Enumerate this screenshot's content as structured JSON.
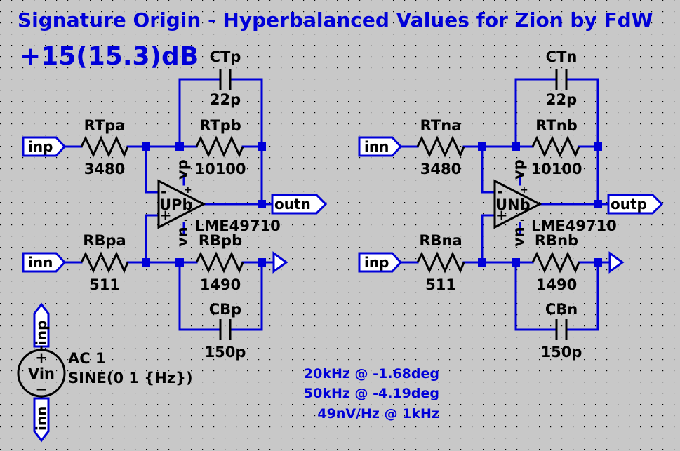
{
  "title": "Signature Origin - Hyperbalanced Values for Zion by FdW",
  "gain": "+15(15.3)dB",
  "colors": {
    "background": "#c8c8c8",
    "wire": "#0000d8",
    "component": "#000000",
    "annotation": "#0000d8"
  },
  "left_stage": {
    "input_plus": "inp",
    "input_minus": "inn",
    "output": "outn",
    "opamp": {
      "ref": "UPb",
      "model": "LME49710",
      "vp": "vp",
      "vn": "vn",
      "plus_pin": "+",
      "minus_pin": "-"
    },
    "RTpa": {
      "name": "RTpa",
      "value": "3480"
    },
    "RTpb": {
      "name": "RTpb",
      "value": "10100"
    },
    "CTp": {
      "name": "CTp",
      "value": "22p"
    },
    "RBpa": {
      "name": "RBpa",
      "value": "511"
    },
    "RBpb": {
      "name": "RBpb",
      "value": "1490"
    },
    "CBp": {
      "name": "CBp",
      "value": "150p"
    }
  },
  "right_stage": {
    "input_plus": "inn",
    "input_minus": "inp",
    "output": "outp",
    "opamp": {
      "ref": "UNb",
      "model": "LME49710",
      "vp": "vp",
      "vn": "vn",
      "plus_pin": "+",
      "minus_pin": "-"
    },
    "RTna": {
      "name": "RTna",
      "value": "3480"
    },
    "RTnb": {
      "name": "RTnb",
      "value": "10100"
    },
    "CTn": {
      "name": "CTn",
      "value": "22p"
    },
    "RBna": {
      "name": "RBna",
      "value": "511"
    },
    "RBnb": {
      "name": "RBnb",
      "value": "1490"
    },
    "CBn": {
      "name": "CBn",
      "value": "150p"
    }
  },
  "source": {
    "name": "Vin",
    "ac": "AC 1",
    "sine": "SINE(0 1 {Hz})",
    "top_label": "inp",
    "bottom_label": "inn",
    "plus": "+",
    "minus": "−"
  },
  "notes": [
    "20kHz @ -1.68deg",
    "50kHz @ -4.19deg",
    "49nV/Hz @ 1kHz"
  ]
}
